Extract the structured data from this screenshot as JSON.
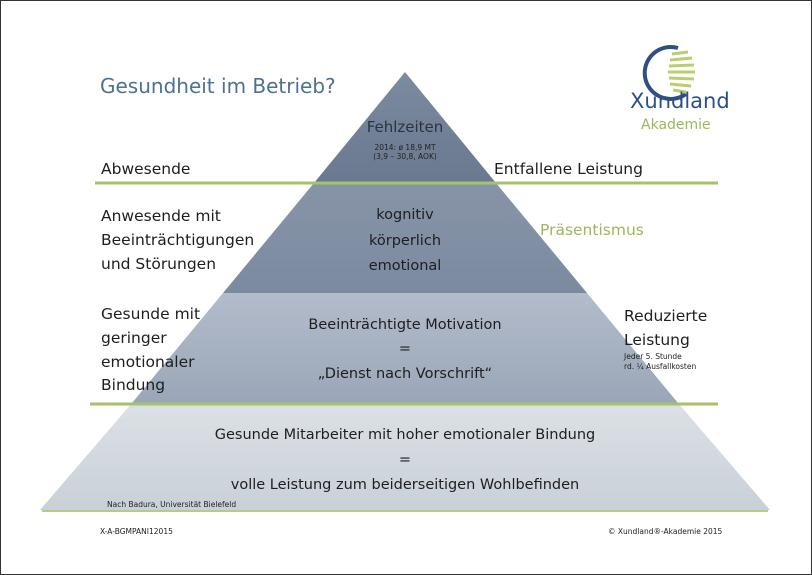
{
  "slide": {
    "title": "Gesundheit im Betrieb?",
    "logo": {
      "name": "Xundland",
      "sub": "Akademie",
      "icon": "sun-swirl-logo"
    },
    "colors": {
      "title": "#4d7191",
      "logo_blue": "#2e4f86",
      "accent_green": "#9bb85a",
      "line_green": "#a4c36a"
    },
    "pyramid": {
      "top": {
        "title": "Fehlzeiten",
        "detail_1": "2014: ø 18,9 MT",
        "detail_2": "(3,9 – 30,8, AOK)"
      },
      "second": {
        "items": [
          "kognitiv",
          "körperlich",
          "emotional"
        ]
      },
      "third": {
        "line_1": "Beeinträchtigte Motivation",
        "eq": "=",
        "line_2": "„Dienst nach Vorschrift“"
      },
      "base": {
        "line_1": "Gesunde Mitarbeiter mit hoher emotionaler Bindung",
        "eq": "=",
        "line_2": "volle Leistung zum beiderseitigen Wohlbefinden"
      }
    },
    "left_labels": {
      "abwesende": "Abwesende",
      "anwesende": [
        "Anwesende mit",
        "Beeinträchtigungen",
        "und Störungen"
      ],
      "gesunde": [
        "Gesunde mit",
        "geringer",
        "emotionaler",
        "Bindung"
      ]
    },
    "right_labels": {
      "entfallene": "Entfallene Leistung",
      "praesentismus": "Präsentismus",
      "reduzierte": [
        "Reduzierte",
        "Leistung"
      ],
      "reduzierte_detail": [
        "Jeder 5. Stunde",
        "rd. ¼ Ausfallkosten"
      ]
    },
    "source": "Nach Badura, Universität Bielefeld",
    "footer_left": "X-A-BGMPANI12015",
    "footer_right": "© Xundland®-Akademie 2015"
  }
}
